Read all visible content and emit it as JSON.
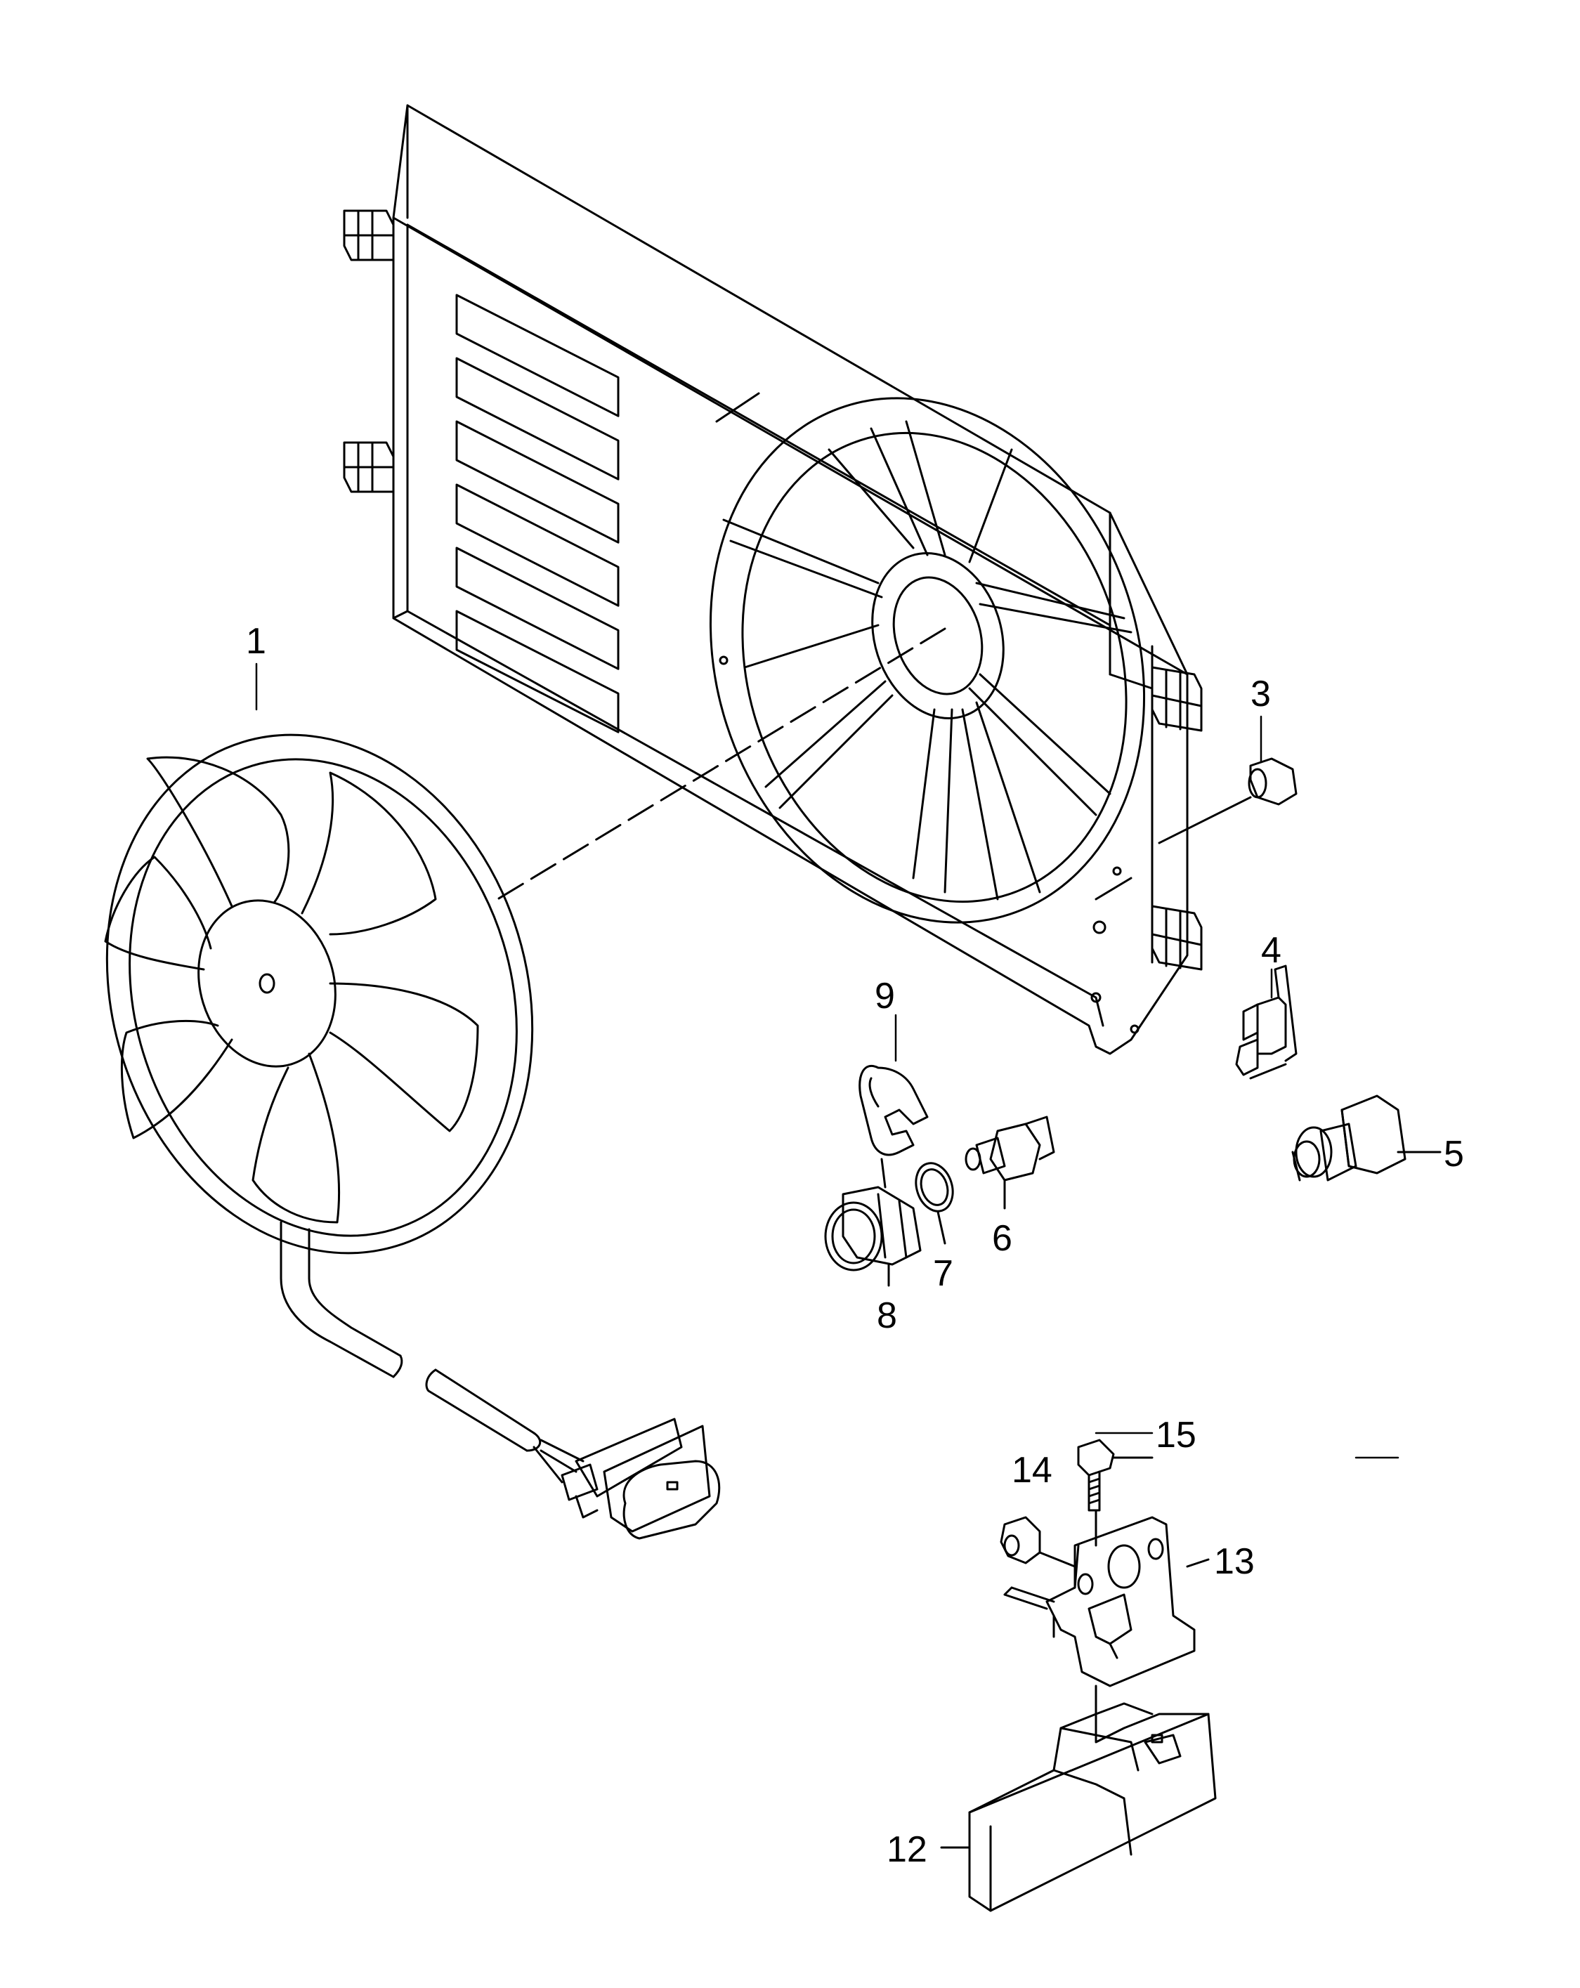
{
  "callouts": [
    {
      "id": "1",
      "label": "1"
    },
    {
      "id": "3",
      "label": "3"
    },
    {
      "id": "4",
      "label": "4"
    },
    {
      "id": "5",
      "label": "5"
    },
    {
      "id": "6",
      "label": "6"
    },
    {
      "id": "7",
      "label": "7"
    },
    {
      "id": "8",
      "label": "8"
    },
    {
      "id": "9",
      "label": "9"
    },
    {
      "id": "12",
      "label": "12"
    },
    {
      "id": "13",
      "label": "13"
    },
    {
      "id": "14",
      "label": "14"
    },
    {
      "id": "15",
      "label": "15"
    }
  ]
}
